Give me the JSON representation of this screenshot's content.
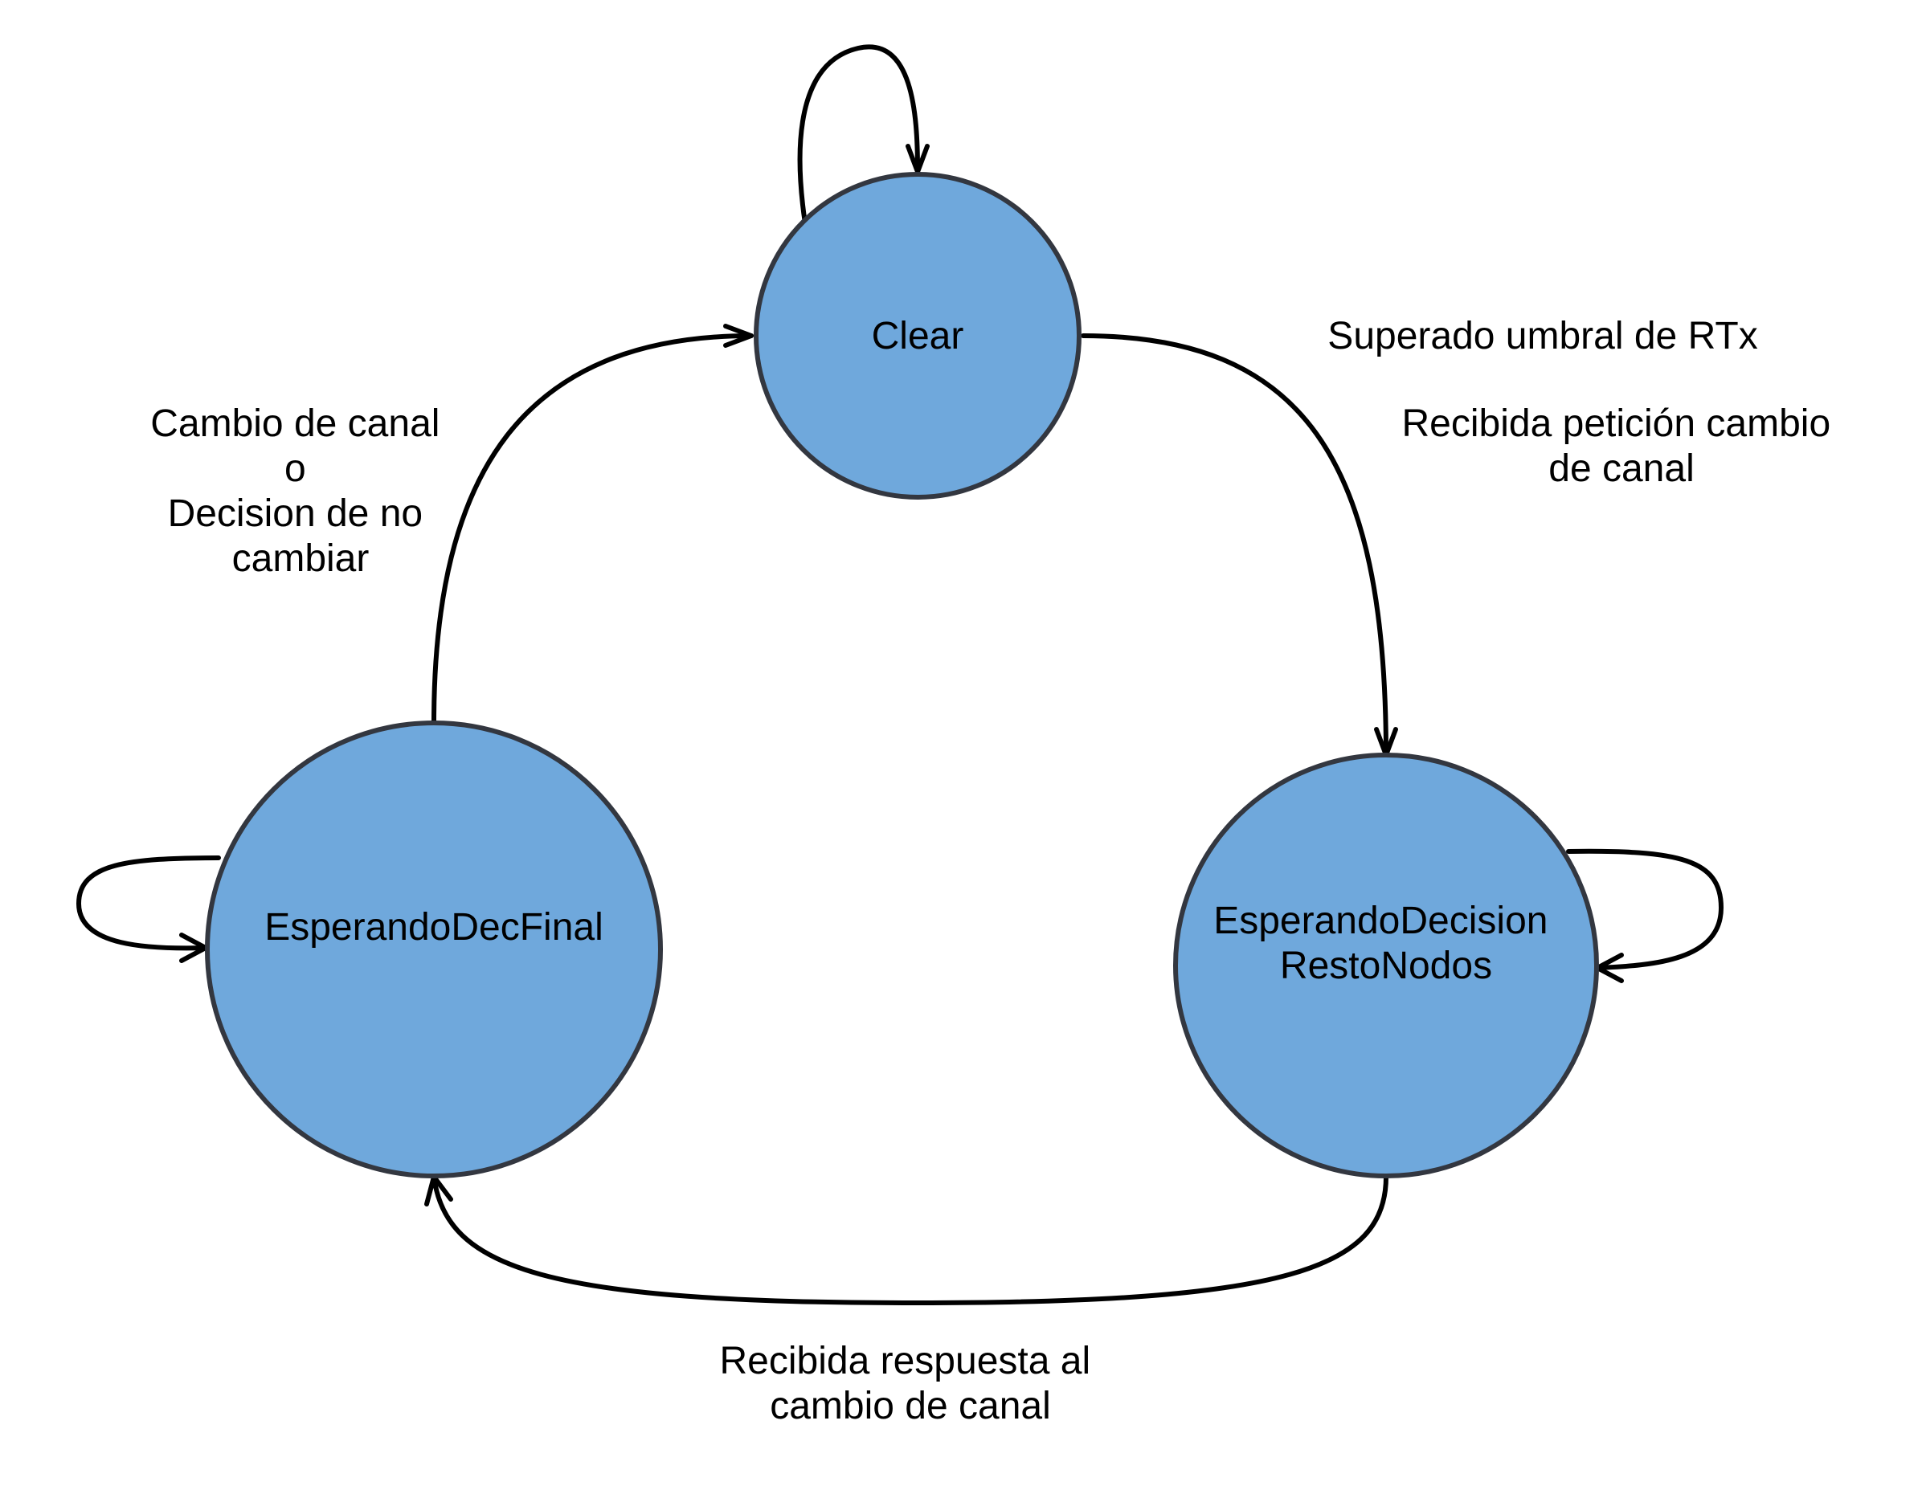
{
  "colors": {
    "state_fill": "#6fa8dc",
    "state_stroke": "#333740",
    "edge": "#000000",
    "background": "#ffffff"
  },
  "states": {
    "clear": {
      "label": "Clear"
    },
    "esperando_dec_final": {
      "label": "EsperandoDecFinal"
    },
    "esperando_decision_resto_nodos": {
      "lines": [
        "EsperandoDecision",
        "RestoNodos"
      ]
    }
  },
  "transitions": {
    "clear_self": {
      "from": "Clear",
      "to": "Clear"
    },
    "clear_to_resto": {
      "from": "Clear",
      "to": "EsperandoDecisionRestoNodos",
      "labels": {
        "superado": "Superado umbral de RTx",
        "peticion": [
          "Recibida petición cambio",
          "de canal"
        ]
      }
    },
    "resto_self": {
      "from": "EsperandoDecisionRestoNodos",
      "to": "EsperandoDecisionRestoNodos"
    },
    "resto_to_decfinal": {
      "from": "EsperandoDecisionRestoNodos",
      "to": "EsperandoDecFinal",
      "label": [
        "Recibida respuesta al",
        "cambio de canal"
      ]
    },
    "decfinal_self": {
      "from": "EsperandoDecFinal",
      "to": "EsperandoDecFinal"
    },
    "decfinal_to_clear": {
      "from": "EsperandoDecFinal",
      "to": "Clear",
      "label": [
        "Cambio de canal",
        "o",
        "Decision de no",
        "cambiar"
      ]
    }
  }
}
